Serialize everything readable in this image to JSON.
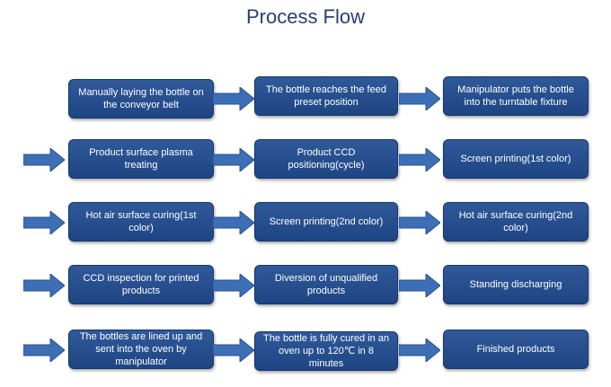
{
  "title": "Process Flow",
  "colors": {
    "box": "#2a5191",
    "arrow": "#3d6fb6",
    "title": "#2a3f6f"
  },
  "steps": [
    "Manually laying the bottle on the conveyor belt",
    "The bottle reaches the feed preset position",
    "Manipulator puts the bottle into the turntable fixture",
    "Product surface plasma treating",
    "Product CCD positioning(cycle)",
    "Screen printing(1st color)",
    "Hot air surface curing(1st color)",
    "Screen printing(2nd color)",
    "Hot air surface curing(2nd color)",
    "CCD inspection for printed products",
    "Diversion of unqualified products",
    "Standing discharging",
    "The bottles are lined up and sent into the oven by manipulator",
    "The bottle is fully cured in an oven up to 120℃ in 8 minutes",
    "Finished products"
  ]
}
